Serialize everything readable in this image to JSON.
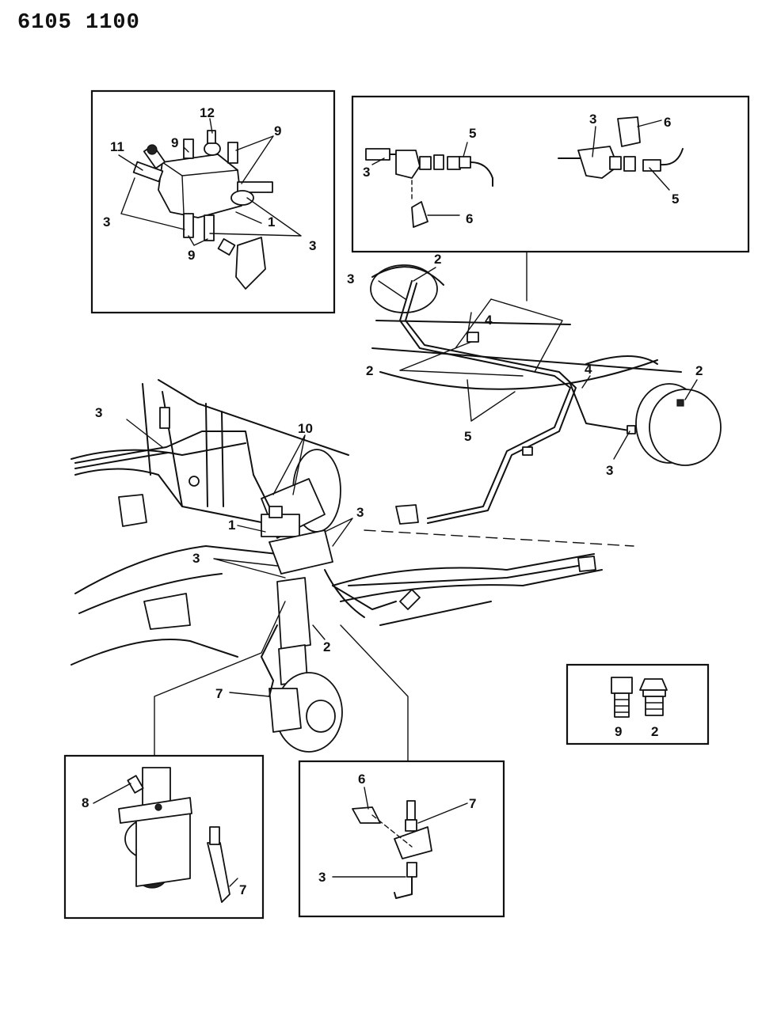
{
  "header": {
    "code": "6105 1100"
  },
  "callouts": [
    {
      "text": "12"
    },
    {
      "text": "9"
    },
    {
      "text": "9"
    },
    {
      "text": "11"
    },
    {
      "text": "3"
    },
    {
      "text": "1"
    },
    {
      "text": "3"
    },
    {
      "text": "9"
    },
    {
      "text": "3"
    },
    {
      "text": "5"
    },
    {
      "text": "3"
    },
    {
      "text": "6"
    },
    {
      "text": "6"
    },
    {
      "text": "5"
    },
    {
      "text": "2"
    },
    {
      "text": "3"
    },
    {
      "text": "4"
    },
    {
      "text": "4"
    },
    {
      "text": "2"
    },
    {
      "text": "2"
    },
    {
      "text": "5"
    },
    {
      "text": "3"
    },
    {
      "text": "3"
    },
    {
      "text": "10"
    },
    {
      "text": "3"
    },
    {
      "text": "1"
    },
    {
      "text": "3"
    },
    {
      "text": "2"
    },
    {
      "text": "7"
    },
    {
      "text": "9"
    },
    {
      "text": "2"
    },
    {
      "text": "8"
    },
    {
      "text": "7"
    },
    {
      "text": "6"
    },
    {
      "text": "7"
    },
    {
      "text": "3"
    }
  ]
}
